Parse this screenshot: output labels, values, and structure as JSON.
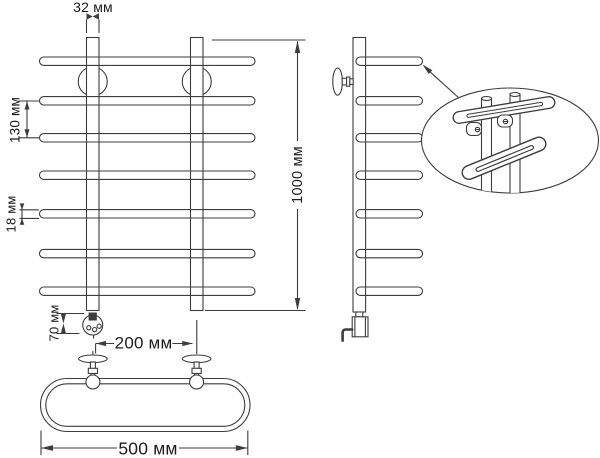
{
  "colors": {
    "line": "#3d3d3d",
    "text": "#1c1c1c",
    "background": "#ffffff"
  },
  "labels": {
    "post_width": "32 мм",
    "rung_spacing": "130 мм",
    "tube_diameter": "18 мм",
    "bottom_offset": "70 мм",
    "overall_height": "1000 мм",
    "connection_spacing": "200 мм",
    "overall_width": "500 мм"
  }
}
